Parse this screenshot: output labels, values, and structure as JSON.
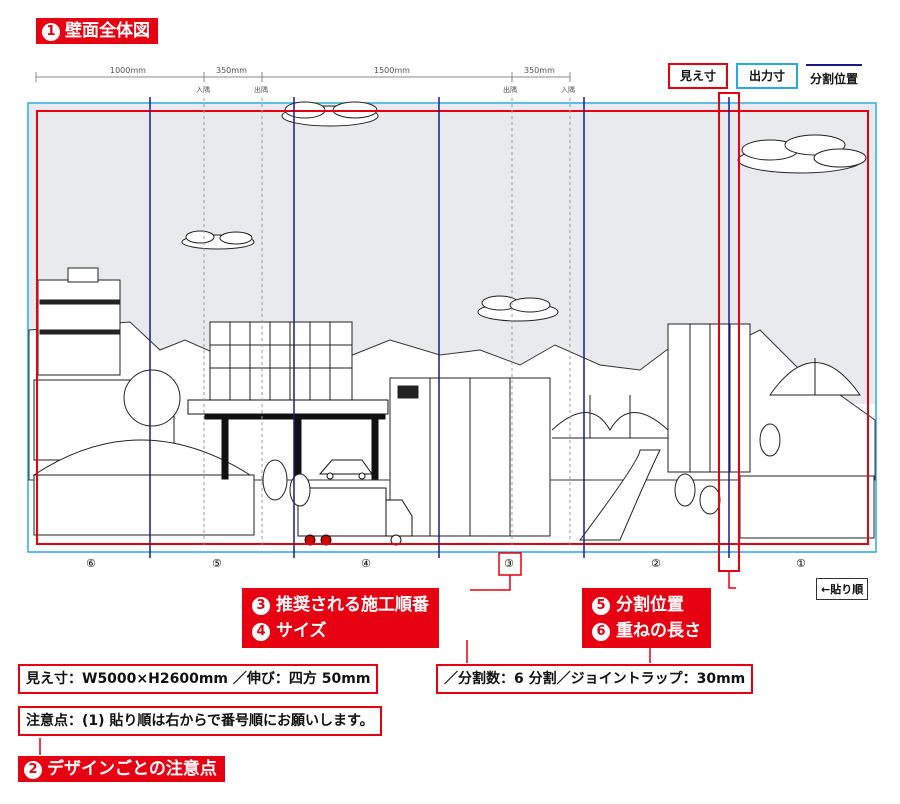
{
  "title_tag": {
    "num": "1",
    "label": "壁面全体図"
  },
  "legend": {
    "visible": "見え寸",
    "output": "出力寸",
    "split": "分割位置"
  },
  "dimensions": {
    "d1": "1000mm",
    "d2": "350mm",
    "d3": "1500mm",
    "d4": "350mm",
    "entry_left": "入隅",
    "exit_left": "出隅",
    "exit_right": "出隅",
    "entry_right": "入隅"
  },
  "panels": [
    "⑥",
    "⑤",
    "④",
    "③",
    "②",
    "①"
  ],
  "paste_order": "←貼り順",
  "callout_34": {
    "n3": "3",
    "t3": "推奨される施工順番",
    "n4": "4",
    "t4": "サイズ"
  },
  "callout_56": {
    "n5": "5",
    "t5": "分割位置",
    "n6": "6",
    "t6": "重ねの長さ"
  },
  "size_info": "見え寸：W5000×H2600mm ／伸び：四方 50mm",
  "split_info": "／分割数：6 分割／ジョイントラップ：30mm",
  "note_info": "注意点：(1) 貼り順は右からで番号順にお願いします。",
  "note_tag": {
    "num": "2",
    "label": "デザインごとの注意点"
  },
  "colors": {
    "red": "#e60012",
    "cyan": "#29a9e0",
    "navy": "#1a1a8c"
  }
}
